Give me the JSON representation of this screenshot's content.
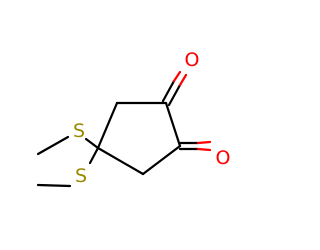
{
  "molecule": {
    "atoms": {
      "oxygen_top": "O",
      "oxygen_right": "O",
      "sulfur_upper": "S",
      "sulfur_lower": "S"
    },
    "colors": {
      "bond": "#000000",
      "oxygen": "#ff0000",
      "sulfur": "#9a8a00"
    }
  }
}
